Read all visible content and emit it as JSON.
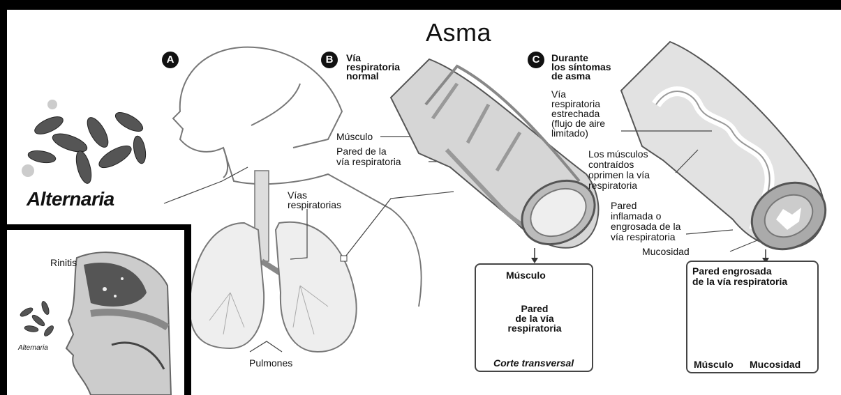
{
  "title": "Asma",
  "sections": {
    "a": {
      "badge": "A"
    },
    "b": {
      "badge": "B",
      "line1": "Vía",
      "line2": "respiratoria",
      "line3": "normal"
    },
    "c": {
      "badge": "C",
      "line1": "Durante",
      "line2": "los síntomas",
      "line3": "de asma"
    }
  },
  "labels": {
    "alternaria": "Alternaria",
    "vias1": "Vías",
    "vias2": "respiratorias",
    "pulmones": "Pulmones",
    "musculo": "Músculo",
    "pared1": "Pared de la",
    "pared2": "vía respiratoria",
    "estrechada1": "Vía",
    "estrechada2": "respiratoria",
    "estrechada3": "estrechada",
    "estrechada4": "(flujo de aire",
    "estrechada5": "limitado)",
    "contraidos1": "Los músculos",
    "contraidos2": "contraídos",
    "contraidos3": "oprimen la vía",
    "contraidos4": "respiratoria",
    "inflamada1": "Pared",
    "inflamada2": "inflamada o",
    "inflamada3": "engrosada de la",
    "inflamada4": "vía respiratoria",
    "mucosidad": "Mucosidad"
  },
  "normal_box": {
    "musculo": "Músculo",
    "pared1": "Pared",
    "pared2": "de la vía",
    "pared3": "respiratoria",
    "caption": "Corte transversal"
  },
  "asthma_box": {
    "title1": "Pared engrosada",
    "title2": "de la vía respiratoria",
    "musculo": "Músculo",
    "mucosidad": "Mucosidad"
  },
  "inset": {
    "rinitis": "Rinitis",
    "alternaria": "Alternaria"
  }
}
